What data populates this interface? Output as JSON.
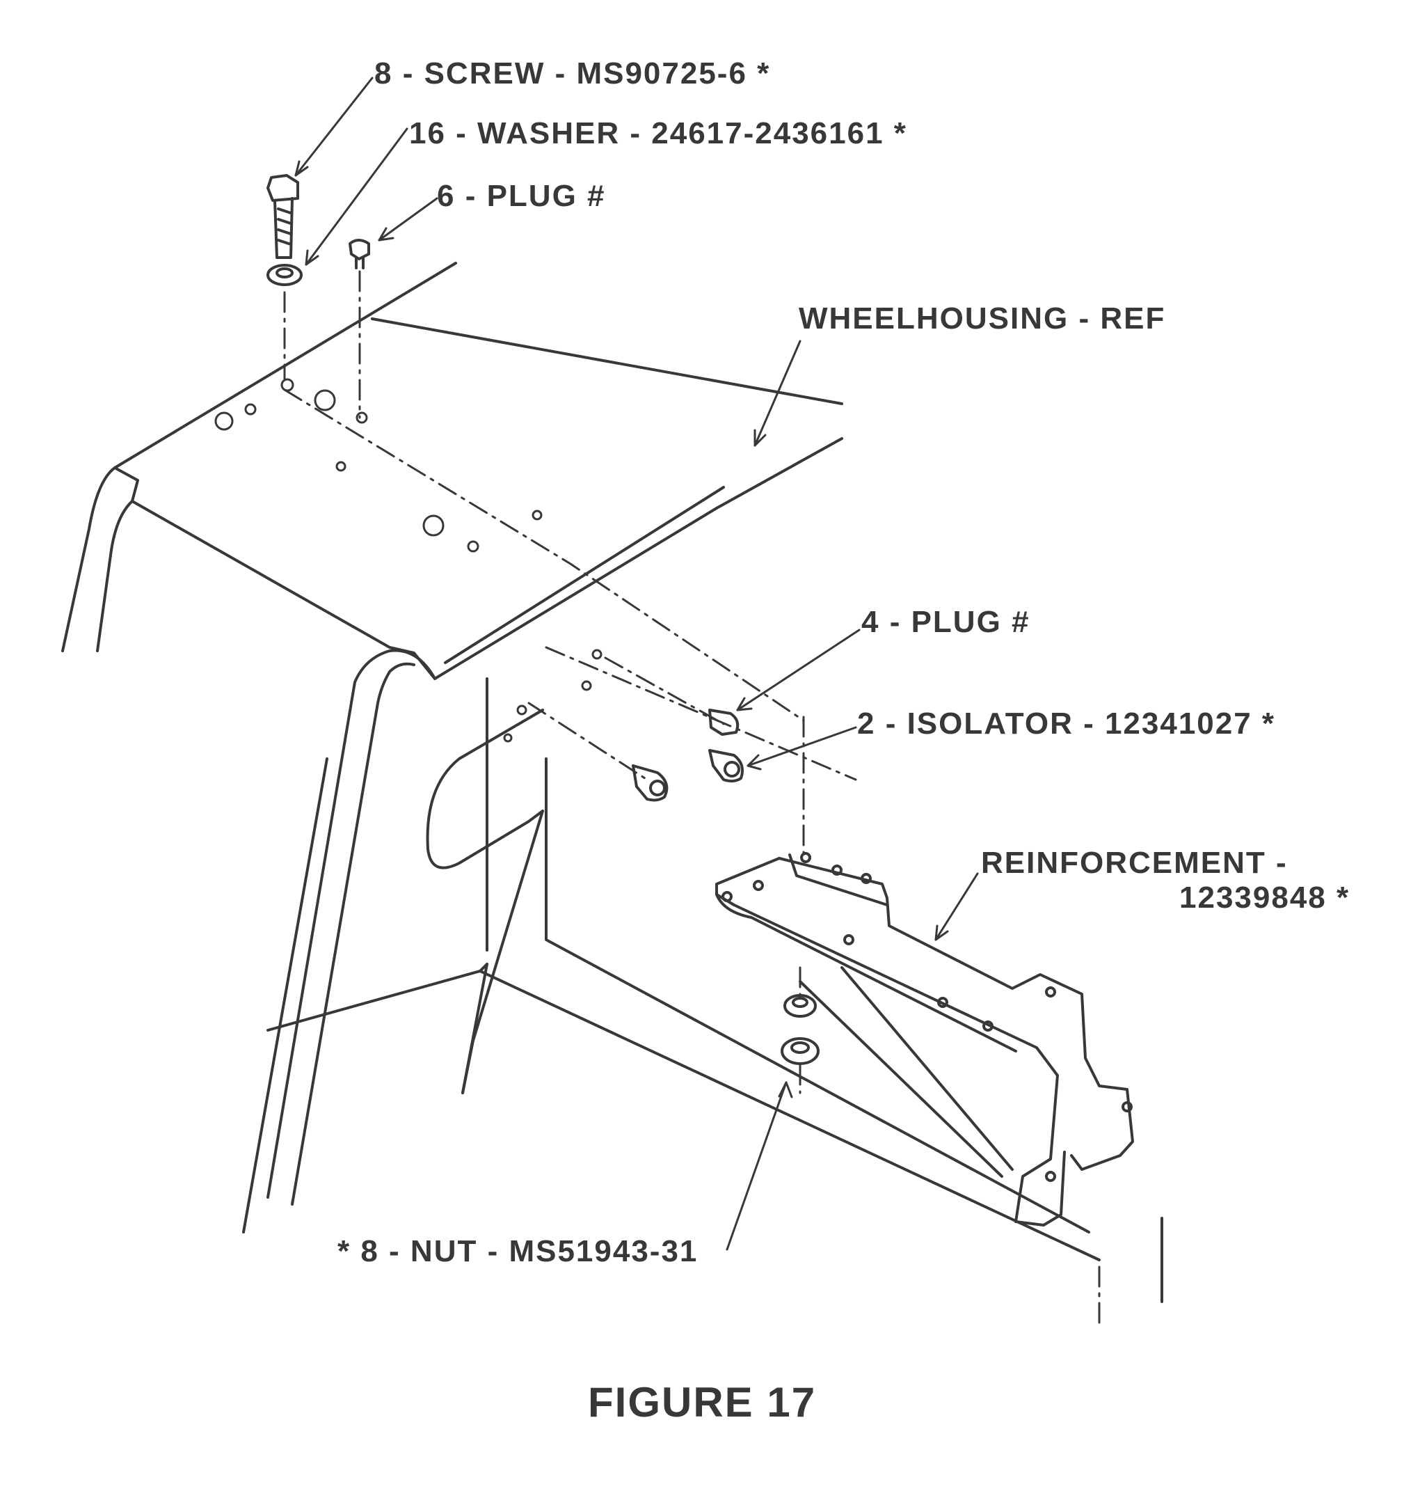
{
  "callouts": {
    "screw": "8 - SCREW - MS90725-6 *",
    "washer": "16 - WASHER - 24617-2436161  *",
    "plug_top": "6 - PLUG #",
    "wheelhousing": "WHEELHOUSING - REF",
    "plug_side": "4 - PLUG #",
    "isolator": "2 - ISOLATOR - 12341027 *",
    "reinforcement_line1": "REINFORCEMENT -",
    "reinforcement_line2": "12339848 *",
    "nut": "* 8 - NUT - MS51943-31"
  },
  "figure": {
    "caption": "FIGURE 17"
  },
  "colors": {
    "ink": "#3a3836",
    "paper": "#ffffff"
  }
}
